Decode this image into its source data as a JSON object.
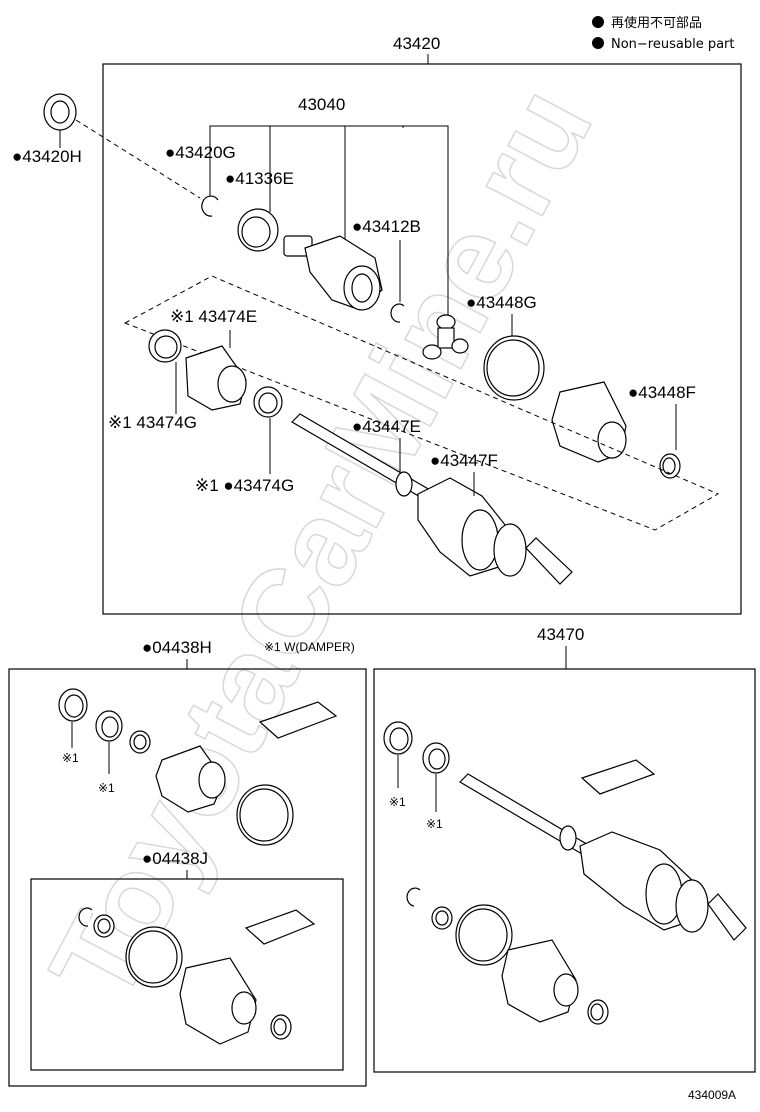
{
  "legend": {
    "line1": "再使用不可部品",
    "line2": "Non−reusable part"
  },
  "watermark": "ToyotaCarMine.ru",
  "figure_number": "434009A",
  "assembly_top": "43420",
  "subassembly_inboard": "43040",
  "assembly_kit_outboard": "43470",
  "kit_boot_inboard": "04438H",
  "kit_boot_outboard": "04438J",
  "damper_note": "※1 W(DAMPER)",
  "parts": {
    "p43420H": "●43420H",
    "p43420G": "●43420G",
    "p41336E": "●41336E",
    "p43412B": "●43412B",
    "p43448G": "●43448G",
    "p43474E": "※1 43474E",
    "p43474G_a": "※1 43474G",
    "p43474G_b": "※1 ●43474G",
    "p43447E": "●43447E",
    "p43447F": "●43447F",
    "p43448F": "●43448F",
    "p04438H": "●04438H",
    "p04438J": "●04438J",
    "mark_a": "※1",
    "mark_b": "※1",
    "mark_c": "※1",
    "mark_d": "※1"
  }
}
